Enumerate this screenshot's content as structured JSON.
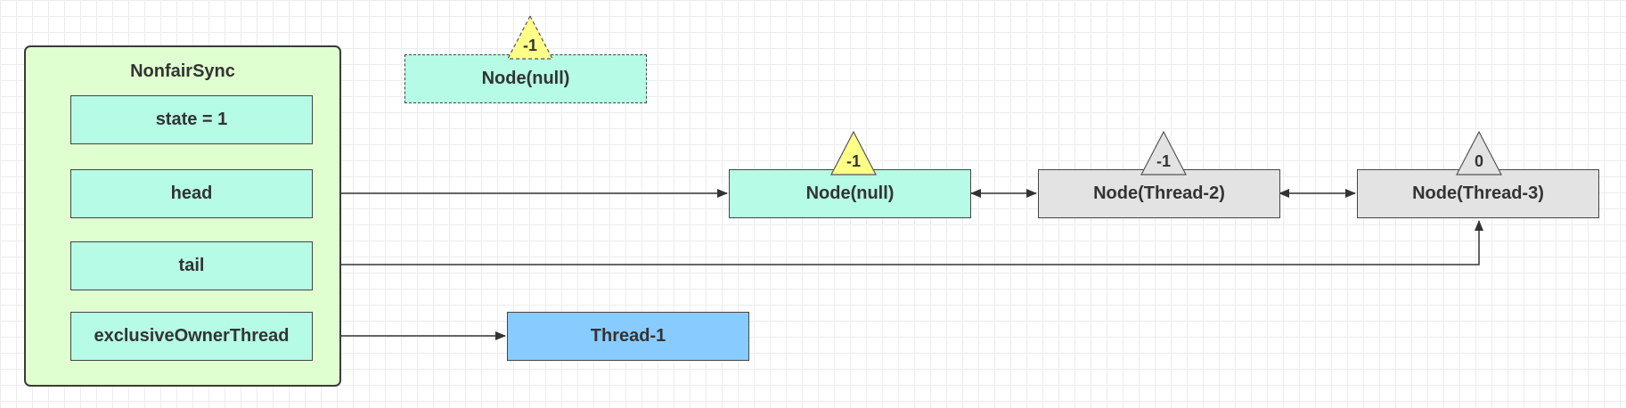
{
  "sync": {
    "title": "NonfairSync",
    "fields": {
      "state": "state = 1",
      "head": "head",
      "tail": "tail",
      "owner": "exclusiveOwnerThread"
    }
  },
  "detached_node": {
    "label": "Node(null)",
    "wait_status": "-1"
  },
  "queue": [
    {
      "label": "Node(null)",
      "wait_status": "-1"
    },
    {
      "label": "Node(Thread-2)",
      "wait_status": "-1"
    },
    {
      "label": "Node(Thread-3)",
      "wait_status": "0"
    }
  ],
  "owner_thread": {
    "label": "Thread-1"
  },
  "colors": {
    "container_fill": "#e0ffd0",
    "field_fill": "#b5fbe5",
    "node_mint": "#b5fbe5",
    "node_gray": "#e3e3e3",
    "thread_blue": "#88ccff",
    "badge_yellow": "#ffff88",
    "badge_gray": "#e3e3e3",
    "line": "#333333"
  }
}
